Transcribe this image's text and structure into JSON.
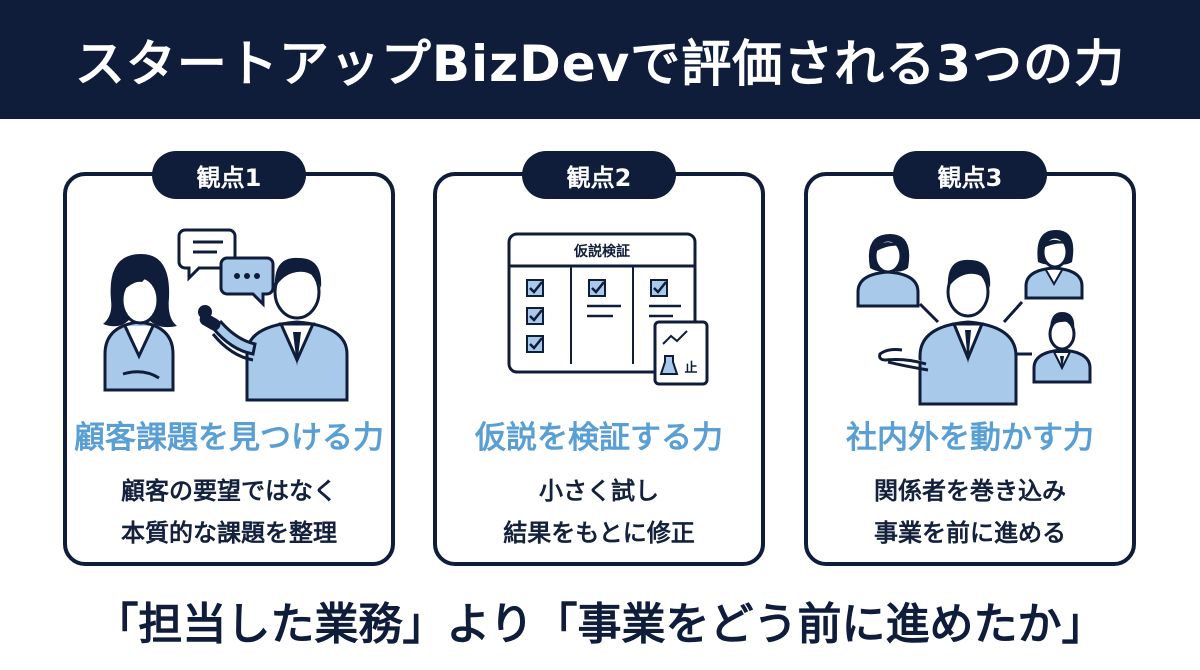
{
  "header": {
    "title": "スタートアップBizDevで評価される3つの力"
  },
  "cards": [
    {
      "tab": "観点1",
      "title": "顧客課題を見つける力",
      "desc_line1": "顧客の要望ではなく",
      "desc_line2": "本質的な課題を整理",
      "icon": "customer-interview-icon"
    },
    {
      "tab": "観点2",
      "title": "仮説を検証する力",
      "desc_line1": "小さく試し",
      "desc_line2": "結果をもとに修正",
      "icon": "hypothesis-board-icon",
      "board_title": "仮説検証",
      "note_label": "止"
    },
    {
      "tab": "観点3",
      "title": "社内外を動かす力",
      "desc_line1": "関係者を巻き込み",
      "desc_line2": "事業を前に進める",
      "icon": "stakeholder-network-icon"
    }
  ],
  "footer": {
    "text": "「担当した業務」より「事業をどう前に進めたか」"
  },
  "colors": {
    "navy": "#0f1c3a",
    "accent": "#5a9fd4",
    "figure_blue": "#a9c9ea"
  }
}
